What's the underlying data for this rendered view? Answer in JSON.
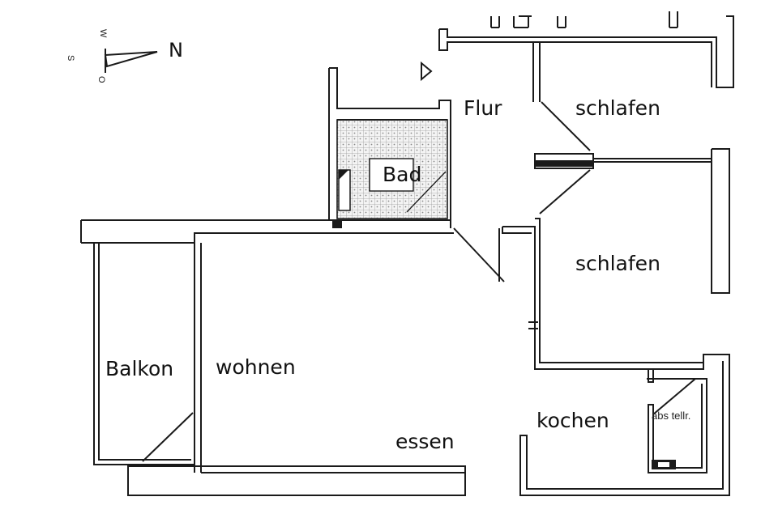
{
  "compass": {
    "north": "N",
    "west": "W",
    "south": "S",
    "east": "O"
  },
  "rooms": {
    "flur": "Flur",
    "schlafen_1": "schlafen",
    "schlafen_2": "schlafen",
    "bad": "Bad",
    "balkon": "Balkon",
    "wohnen": "wohnen",
    "essen": "essen",
    "kochen": "kochen",
    "abstell": "abs tellr."
  }
}
